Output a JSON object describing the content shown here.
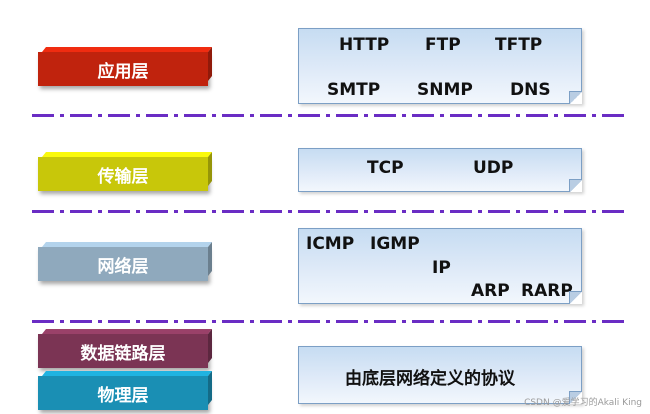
{
  "layers": {
    "application": "应用层",
    "transport": "传输层",
    "network": "网络层",
    "datalink": "数据链路层",
    "physical": "物理层"
  },
  "protocols": {
    "application": [
      "HTTP",
      "FTP",
      "TFTP",
      "SMTP",
      "SNMP",
      "DNS"
    ],
    "transport": [
      "TCP",
      "UDP"
    ],
    "network": [
      "ICMP",
      "IGMP",
      "IP",
      "ARP",
      "RARP"
    ],
    "lower": "由底层网络定义的协议"
  },
  "colors": {
    "application": "#c0230d",
    "transport": "#c8c70a",
    "network": "#8fa9bd",
    "datalink": "#7b3454",
    "physical": "#1a8fb4",
    "separator": "#6a2cc4"
  },
  "watermark": "CSDN @爱学习的Akali King"
}
